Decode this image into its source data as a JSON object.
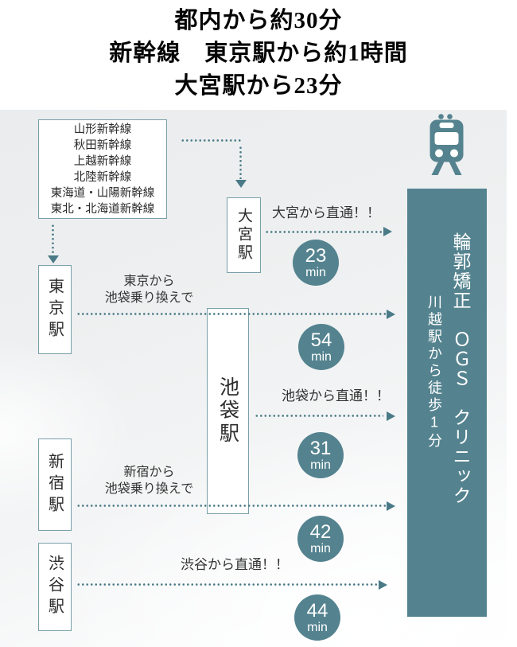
{
  "title": {
    "line1": "都内から約30分",
    "line2": "新幹線　東京駅から約1時間",
    "line3": "大宮駅から23分"
  },
  "shinkansen_box": {
    "lines": [
      "山形新幹線",
      "秋田新幹線",
      "上越新幹線",
      "北陸新幹線",
      "東海道・山陽新幹線",
      "東北・北海道新幹線"
    ]
  },
  "stations": {
    "omiya": "大宮駅",
    "tokyo": "東京駅",
    "ikebukuro": "池袋駅",
    "shinjuku": "新宿駅",
    "shibuya": "渋谷駅"
  },
  "routes": [
    {
      "label1": "大宮から直通！！",
      "label2": "",
      "minutes": "23",
      "unit": "min"
    },
    {
      "label1": "東京から",
      "label2": "池袋乗り換えで",
      "minutes": "54",
      "unit": "min"
    },
    {
      "label1": "池袋から直通！！",
      "label2": "",
      "minutes": "31",
      "unit": "min"
    },
    {
      "label1": "新宿から",
      "label2": "池袋乗り換えで",
      "minutes": "42",
      "unit": "min"
    },
    {
      "label1": "渋谷から直通！！",
      "label2": "",
      "minutes": "44",
      "unit": "min"
    }
  ],
  "destination": {
    "name": "輪郭矯正　ＯＧＳ　クリニック",
    "access": "川越駅から徒歩1分"
  },
  "colors": {
    "teal": "#54838F",
    "box_border": "#799FA9",
    "dotted_line": "#4A7A87",
    "panel_bg": "#ECEEF0"
  }
}
